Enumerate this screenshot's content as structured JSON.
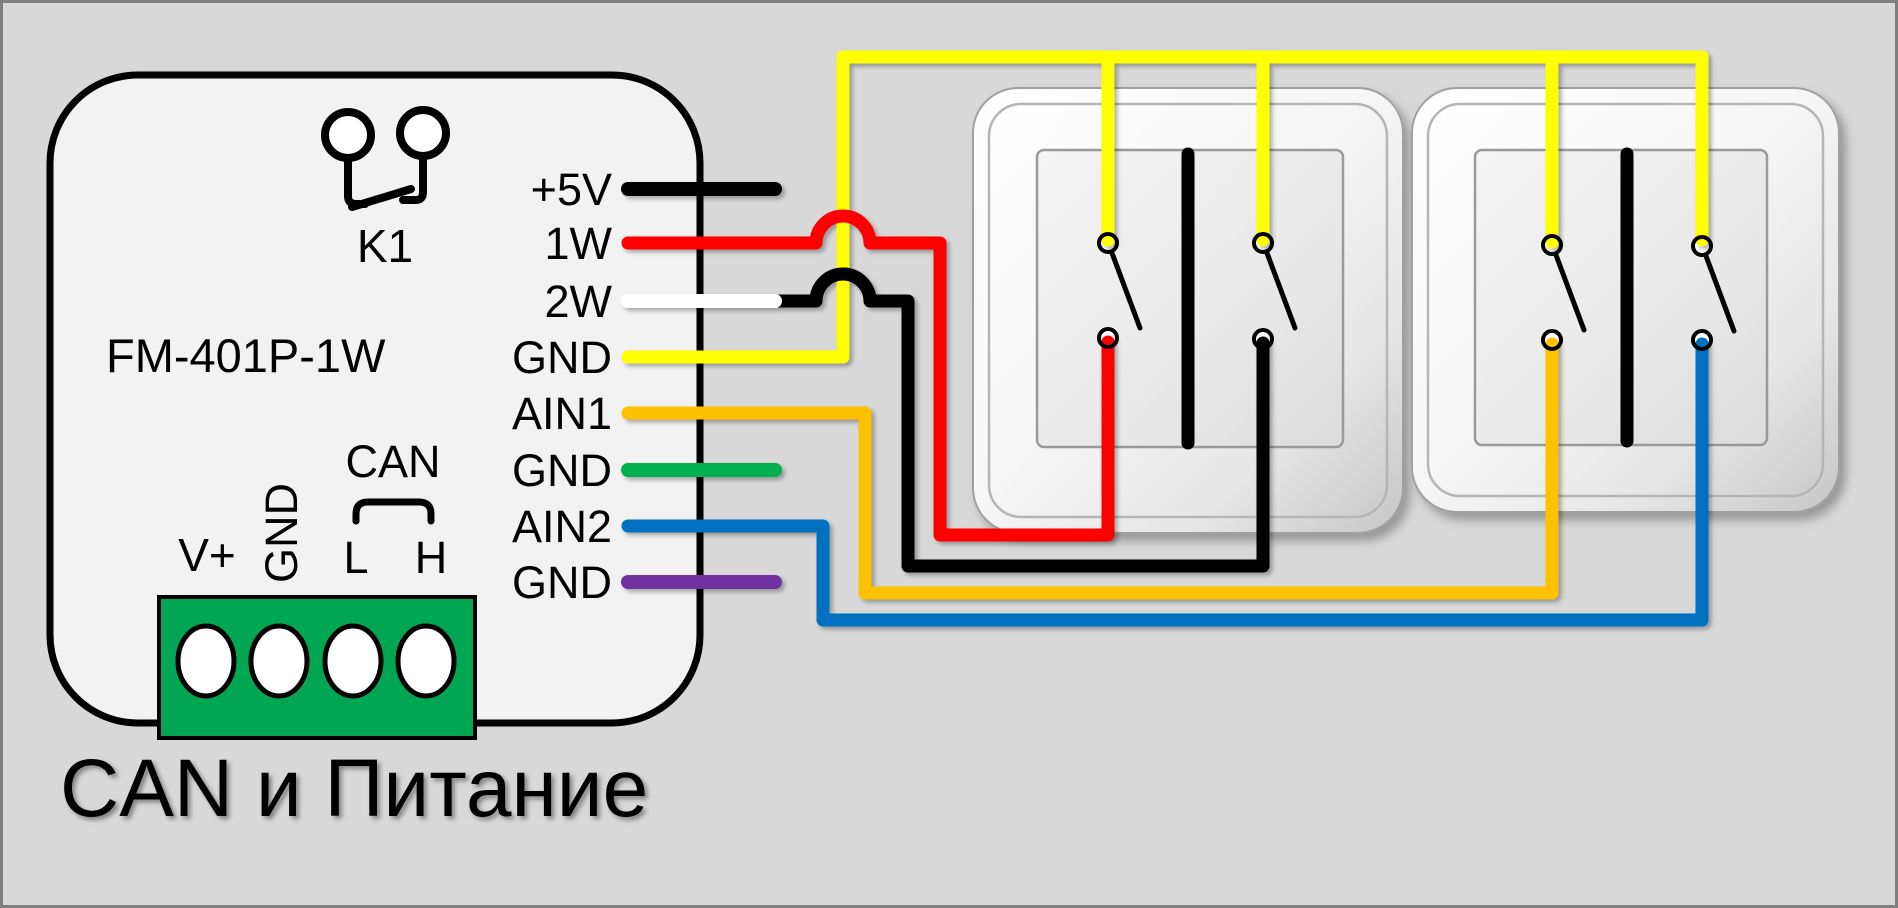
{
  "title": "CAN и Питание",
  "colors": {
    "background": "#D8D8D8",
    "frame": "#7F7F7F",
    "module_fill": "#F2F2F2",
    "outline_black": "#000000",
    "terminal_green": "#00A651",
    "wire_black": "#000000",
    "wire_red": "#FF0000",
    "wire_white": "#FFFFFF",
    "wire_yellow": "#FFFF00",
    "wire_orange": "#FFC000",
    "wire_green": "#00B050",
    "wire_blue": "#0070C0",
    "wire_purple": "#7030A0"
  },
  "module": {
    "name": "FM-401P-1W",
    "relay_label": "K1",
    "pins": [
      {
        "label": "+5V",
        "wire_color": "#000000"
      },
      {
        "label": "1W",
        "wire_color": "#FF0000"
      },
      {
        "label": "2W",
        "wire_color": "#FFFFFF"
      },
      {
        "label": "GND",
        "wire_color": "#FFFF00"
      },
      {
        "label": "AIN1",
        "wire_color": "#FFC000"
      },
      {
        "label": "GND",
        "wire_color": "#00B050"
      },
      {
        "label": "AIN2",
        "wire_color": "#0070C0"
      },
      {
        "label": "GND",
        "wire_color": "#7030A0"
      }
    ],
    "terminal": {
      "block_color": "#00A651",
      "vplus_color": "#FF0000",
      "pin_labels": [
        "V+",
        "GND",
        "L",
        "H"
      ],
      "bus_label": "CAN"
    }
  },
  "switches": {
    "count": 2,
    "rockers_per_switch": 2
  }
}
